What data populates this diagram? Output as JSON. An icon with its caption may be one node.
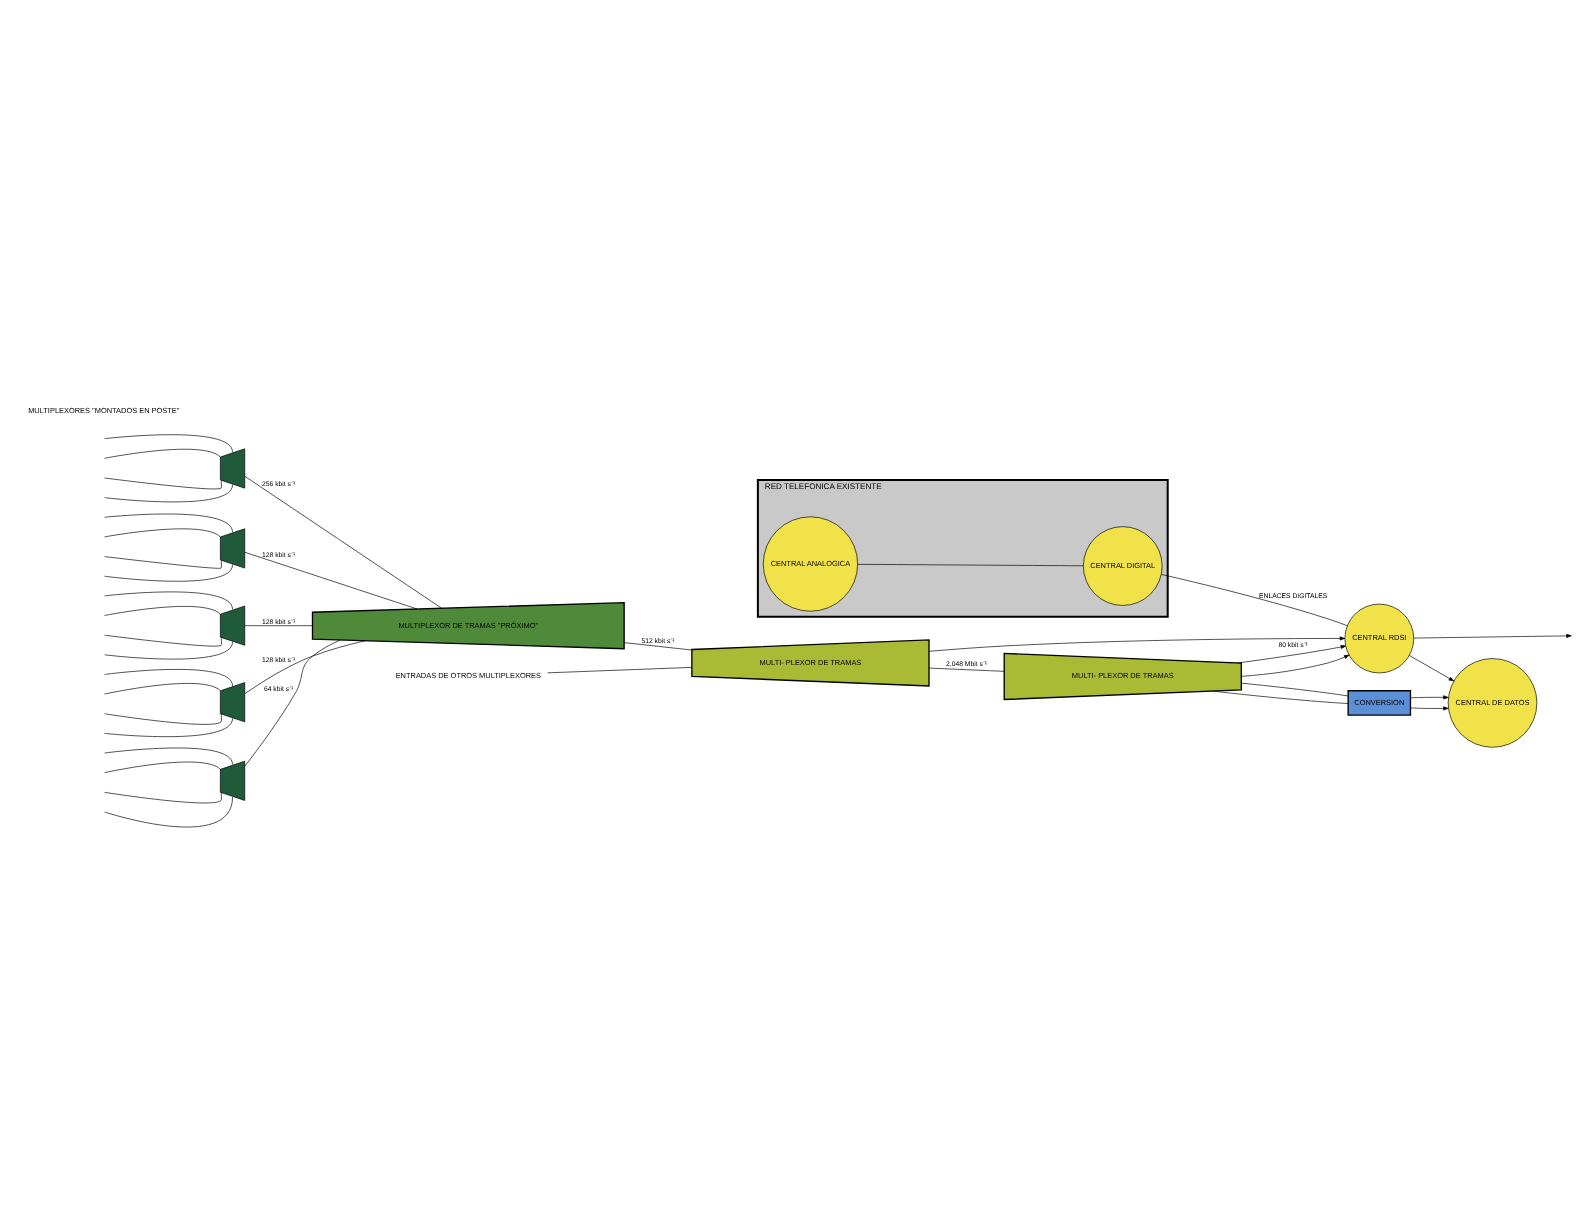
{
  "diagram": {
    "nodes": [
      {
        "text": [
          "RED TELEFONICA EXISTENTE"
        ]
      },
      {
        "text": [
          "CENTRAL ANALOGICA"
        ],
        "in": 0
      },
      {
        "text": [
          "CENTRAL DIGITAL"
        ],
        "in": 0
      },
      {
        "text": [
          "CENTRAL RDSI"
        ]
      },
      {
        "text": [
          "CENTRAL DE DATOS"
        ]
      },
      {
        "text": [
          "CONVERSION"
        ]
      },
      {
        "text": [],
        "shape": "trapezoid"
      },
      {
        "text": [],
        "shape": "trapezoid"
      },
      {
        "text": [],
        "shape": "trapezoid"
      },
      {
        "text": [],
        "shape": "trapezoid"
      },
      {
        "text": [],
        "shape": "trapezoid"
      },
      {
        "text": [
          "MULTIPLEXOR DE TRAMAS \"PRÓXIMO\""
        ]
      },
      {
        "text": [
          "MULTI- PLEXOR DE TRAMAS"
        ]
      },
      {
        "text": [
          "MULTI- PLEXOR DE TRAMAS"
        ]
      },
      {
        "text": [
          "ENTRADAS DE OTROS MULTIPLEXORES"
        ]
      }
    ],
    "edges": [
      {
        "from": 1,
        "to": 2,
        "arrow": "none"
      },
      {
        "from": 2,
        "to": 3,
        "arrow": "none",
        "label": "ENLACES DIGITALES"
      },
      {
        "from": 3,
        "to": null,
        "arrow": "to"
      },
      {
        "from": 3,
        "to": 4,
        "arrow": "to"
      },
      {
        "from": null,
        "to": 6,
        "arrow": "none"
      },
      {
        "from": null,
        "to": 6,
        "arrow": "none"
      },
      {
        "from": null,
        "to": 6,
        "arrow": "none"
      },
      {
        "from": null,
        "to": 6,
        "arrow": "none"
      },
      {
        "from": null,
        "to": 7,
        "arrow": "none"
      },
      {
        "from": null,
        "to": 7,
        "arrow": "none"
      },
      {
        "from": null,
        "to": 7,
        "arrow": "none"
      },
      {
        "from": null,
        "to": 7,
        "arrow": "none"
      },
      {
        "from": null,
        "to": 8,
        "arrow": "none"
      },
      {
        "from": null,
        "to": 8,
        "arrow": "none"
      },
      {
        "from": null,
        "to": 8,
        "arrow": "none"
      },
      {
        "from": null,
        "to": 8,
        "arrow": "none"
      },
      {
        "from": null,
        "to": 9,
        "arrow": "none"
      },
      {
        "from": null,
        "to": 9,
        "arrow": "none"
      },
      {
        "from": null,
        "to": 9,
        "arrow": "none"
      },
      {
        "from": null,
        "to": 9,
        "arrow": "none"
      },
      {
        "from": null,
        "to": 10,
        "arrow": "none"
      },
      {
        "from": null,
        "to": 10,
        "arrow": "none"
      },
      {
        "from": null,
        "to": 10,
        "arrow": "none"
      },
      {
        "from": null,
        "to": 10,
        "arrow": "none"
      },
      {
        "from": 6,
        "to": 11,
        "arrow": "none",
        "label": "256 kbit s⁻¹"
      },
      {
        "from": 7,
        "to": 11,
        "arrow": "none",
        "label": "128 kbit s⁻¹"
      },
      {
        "from": 8,
        "to": 11,
        "arrow": "none",
        "label": "128 kbit s⁻¹"
      },
      {
        "from": 9,
        "to": 11,
        "arrow": "none",
        "label": "128 kbit s⁻¹"
      },
      {
        "from": 10,
        "to": 11,
        "arrow": "none",
        "label": "64 kbit s⁻¹"
      },
      {
        "from": 11,
        "to": 12,
        "arrow": "none",
        "label": "512 kbit s⁻¹"
      },
      {
        "from": 14,
        "to": 12,
        "arrow": "none"
      },
      {
        "from": 12,
        "to": 13,
        "arrow": "none",
        "label": "2,048 Mbit s⁻¹"
      },
      {
        "from": 12,
        "to": 3,
        "arrow": "to"
      },
      {
        "from": 13,
        "to": 3,
        "arrow": "to",
        "label": "80 kbit s⁻¹"
      },
      {
        "from": 13,
        "to": 3,
        "arrow": "to"
      },
      {
        "from": 13,
        "to": 5,
        "arrow": "none"
      },
      {
        "from": 13,
        "to": 5,
        "arrow": "none"
      },
      {
        "from": 5,
        "to": 4,
        "arrow": "to"
      },
      {
        "from": 5,
        "to": 4,
        "arrow": "to"
      }
    ],
    "labels": [
      "MULTIPLEXORES \"MONTADOS EN POSTE\""
    ]
  }
}
